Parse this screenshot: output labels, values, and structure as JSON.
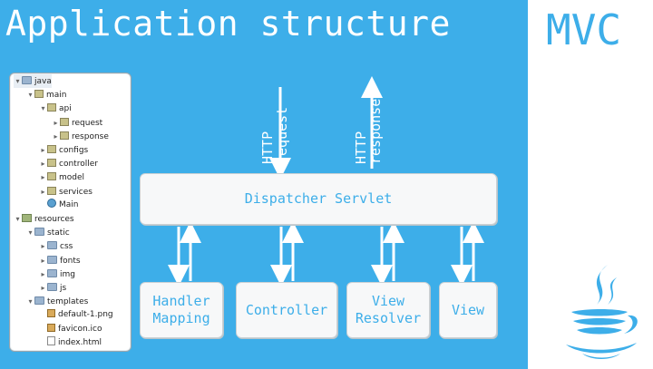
{
  "title": "Application structure",
  "badge": "MVC",
  "colors": {
    "background": "#3daee9",
    "box_text": "#3daee9",
    "arrow": "#ffffff"
  },
  "tree": [
    {
      "label": "java",
      "indent": 0,
      "arrow": "down",
      "icon": "folder"
    },
    {
      "label": "main",
      "indent": 1,
      "arrow": "down",
      "icon": "pkg"
    },
    {
      "label": "api",
      "indent": 2,
      "arrow": "down",
      "icon": "pkg"
    },
    {
      "label": "request",
      "indent": 3,
      "arrow": "right",
      "icon": "pkg"
    },
    {
      "label": "response",
      "indent": 3,
      "arrow": "right",
      "icon": "pkg"
    },
    {
      "label": "configs",
      "indent": 2,
      "arrow": "right",
      "icon": "pkg"
    },
    {
      "label": "controller",
      "indent": 2,
      "arrow": "right",
      "icon": "pkg"
    },
    {
      "label": "model",
      "indent": 2,
      "arrow": "right",
      "icon": "pkg"
    },
    {
      "label": "services",
      "indent": 2,
      "arrow": "right",
      "icon": "pkg"
    },
    {
      "label": "Main",
      "indent": 2,
      "arrow": "",
      "icon": "cls"
    },
    {
      "label": "resources",
      "indent": 0,
      "arrow": "down",
      "icon": "res"
    },
    {
      "label": "static",
      "indent": 1,
      "arrow": "down",
      "icon": "folder"
    },
    {
      "label": "css",
      "indent": 2,
      "arrow": "right",
      "icon": "folder"
    },
    {
      "label": "fonts",
      "indent": 2,
      "arrow": "right",
      "icon": "folder"
    },
    {
      "label": "img",
      "indent": 2,
      "arrow": "right",
      "icon": "folder"
    },
    {
      "label": "js",
      "indent": 2,
      "arrow": "right",
      "icon": "folder"
    },
    {
      "label": "templates",
      "indent": 1,
      "arrow": "down",
      "icon": "folder"
    },
    {
      "label": "default-1.png",
      "indent": 2,
      "arrow": "",
      "icon": "img"
    },
    {
      "label": "favicon.ico",
      "indent": 2,
      "arrow": "",
      "icon": "img"
    },
    {
      "label": "index.html",
      "indent": 2,
      "arrow": "",
      "icon": "file"
    }
  ],
  "diagram": {
    "http_request": "HTTP\nrequest",
    "http_response": "HTTP\nresponse",
    "dispatcher": "Dispatcher Servlet",
    "handler_mapping": "Handler\nMapping",
    "controller": "Controller",
    "view_resolver": "View\nResolver",
    "view": "View"
  },
  "logo_icon": "java-cup-icon"
}
